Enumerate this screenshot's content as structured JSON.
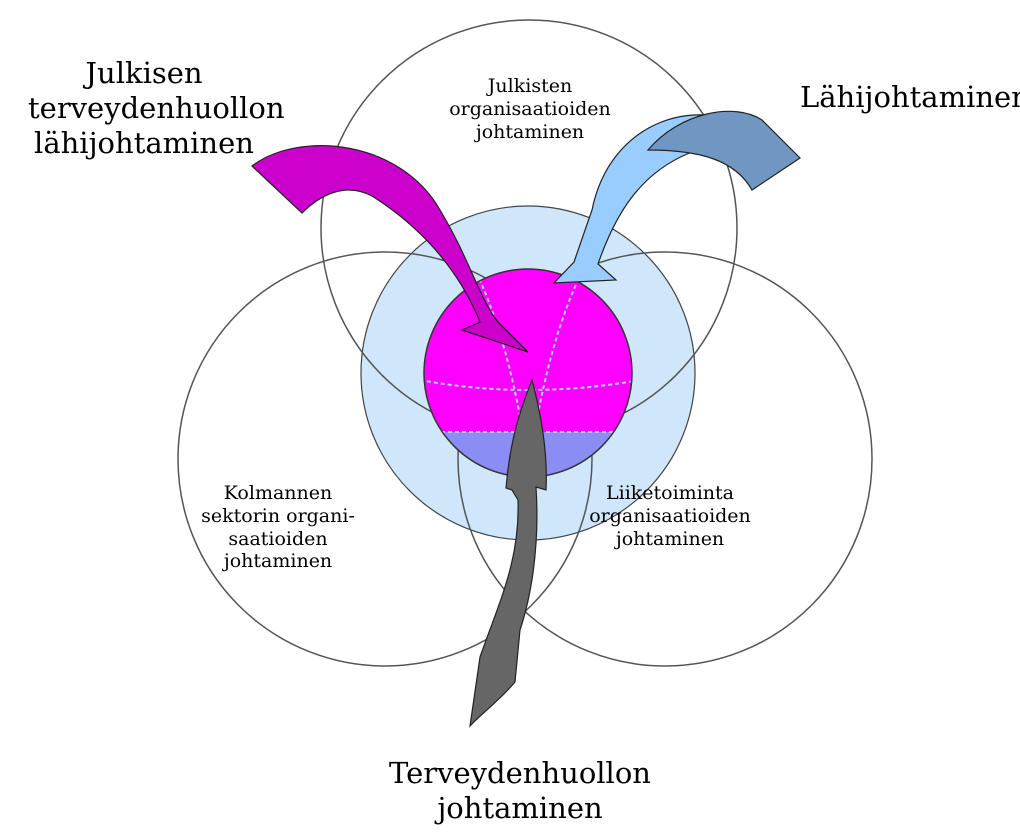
{
  "diagram": {
    "labels": {
      "public_health_local_mgmt": "Julkisen\nterveydenhuollon\nlähijohtaminen",
      "local_mgmt": "Lähijohtaminen",
      "public_org_mgmt": "Julkisten\norganisaatioiden\njohtaminen",
      "third_sector_mgmt": "Kolmannen\nsektorin organi-\nsaatioiden\njohtaminen",
      "business_org_mgmt": "Liiketoiminta\norganisaatioiden\njohtaminen",
      "health_mgmt": "Terveydenhuollon\njohtaminen"
    },
    "colors": {
      "outline": "#555555",
      "inner_disc": "#cfe6fb",
      "core_top": "#ff00ff",
      "core_bottom": "#8c8cf5",
      "arrow_magenta": "#cc00cc",
      "arrow_lightblue": "#99ccff",
      "arrow_steelblue": "#6f97c2",
      "arrow_gray": "#666666"
    }
  }
}
